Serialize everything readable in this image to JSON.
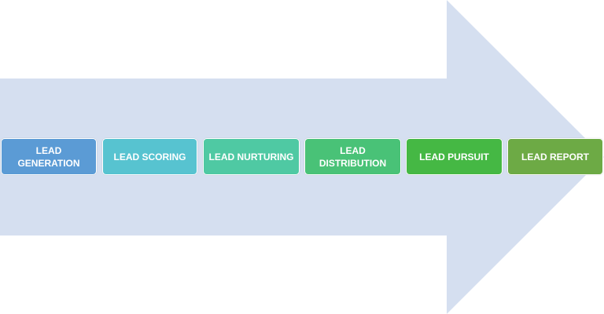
{
  "diagram": {
    "arrow_color": "#d5dff0",
    "steps": [
      {
        "label": "LEAD\nGENERATION",
        "color": "#5b9bd5"
      },
      {
        "label": "LEAD SCORING",
        "color": "#57c3d0"
      },
      {
        "label": "LEAD NURTURING",
        "color": "#4fc9a3"
      },
      {
        "label": "LEAD\nDISTRIBUTION",
        "color": "#49c277"
      },
      {
        "label": "LEAD PURSUIT",
        "color": "#45b844"
      },
      {
        "label": "LEAD REPORT",
        "color": "#6daa45"
      }
    ]
  }
}
